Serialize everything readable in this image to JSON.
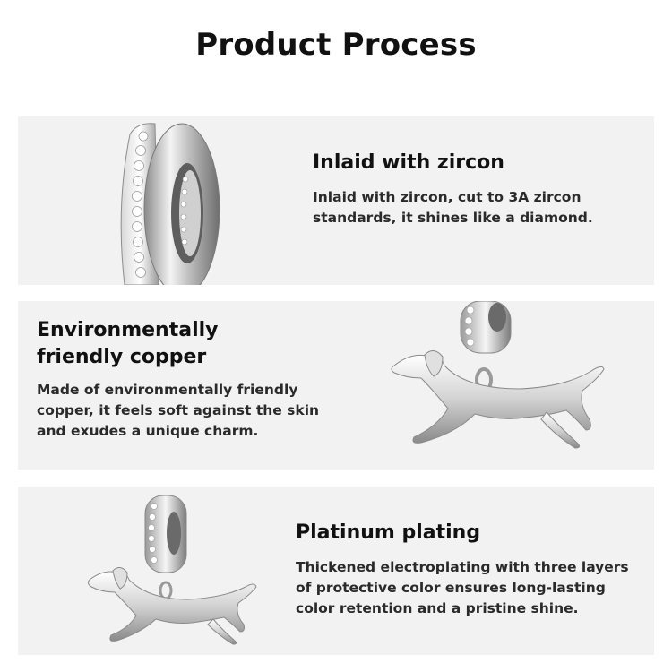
{
  "page_title": "Product Process",
  "sections": [
    {
      "heading": "Inlaid with zircon",
      "description": "Inlaid with zircon, cut to 3A zircon standards, it shines like a diamond."
    },
    {
      "heading_line1": "Environmentally",
      "heading_line2": "friendly copper",
      "description": "Made of environmentally friendly copper, it feels soft against the skin and exudes a unique charm."
    },
    {
      "heading": "Platinum plating",
      "description": "Thickened electroplating with three layers of protective color ensures long-lasting color retention and a pristine shine."
    }
  ],
  "colors": {
    "panel_background": "#f2f2f2",
    "text": "#111111",
    "silver": "#c8c8c8"
  }
}
